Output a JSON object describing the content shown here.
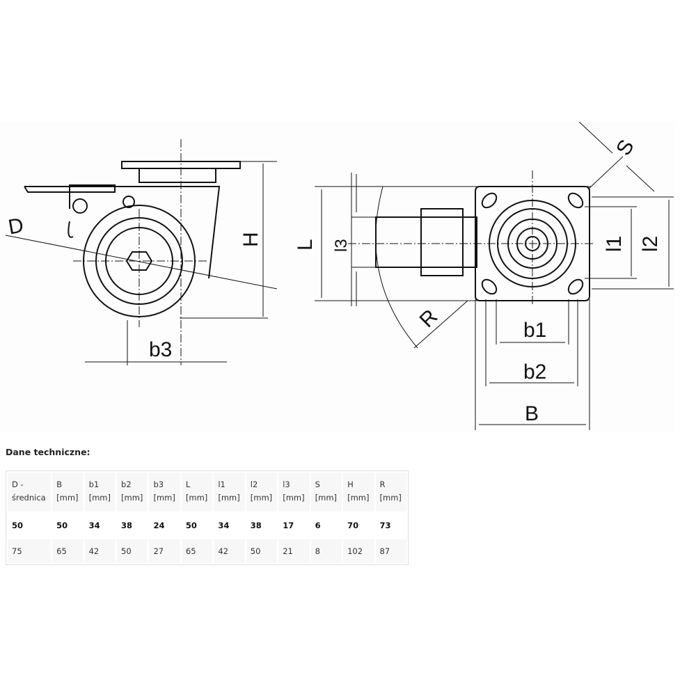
{
  "drawing": {
    "labels": {
      "D": "D",
      "H": "H",
      "b3": "b3",
      "L": "L",
      "l3": "l3",
      "R": "R",
      "b1": "b1",
      "b2": "b2",
      "B": "B",
      "l1": "l1",
      "l2": "l2",
      "S": "S"
    }
  },
  "section_title": "Dane techniczne:",
  "table": {
    "headers": [
      [
        "D -",
        "średnica"
      ],
      [
        "B",
        "[mm]"
      ],
      [
        "b1",
        "[mm]"
      ],
      [
        "b2",
        "[mm]"
      ],
      [
        "b3",
        "[mm]"
      ],
      [
        "L",
        "[mm]"
      ],
      [
        "l1",
        "[mm]"
      ],
      [
        "l2",
        "[mm]"
      ],
      [
        "l3",
        "[mm]"
      ],
      [
        "S",
        "[mm]"
      ],
      [
        "H",
        "[mm]"
      ],
      [
        "R",
        "[mm]"
      ]
    ],
    "rows": [
      [
        "50",
        "50",
        "34",
        "38",
        "24",
        "50",
        "34",
        "38",
        "17",
        "6",
        "70",
        "73"
      ],
      [
        "75",
        "65",
        "42",
        "50",
        "27",
        "65",
        "42",
        "50",
        "21",
        "8",
        "102",
        "87"
      ]
    ]
  }
}
